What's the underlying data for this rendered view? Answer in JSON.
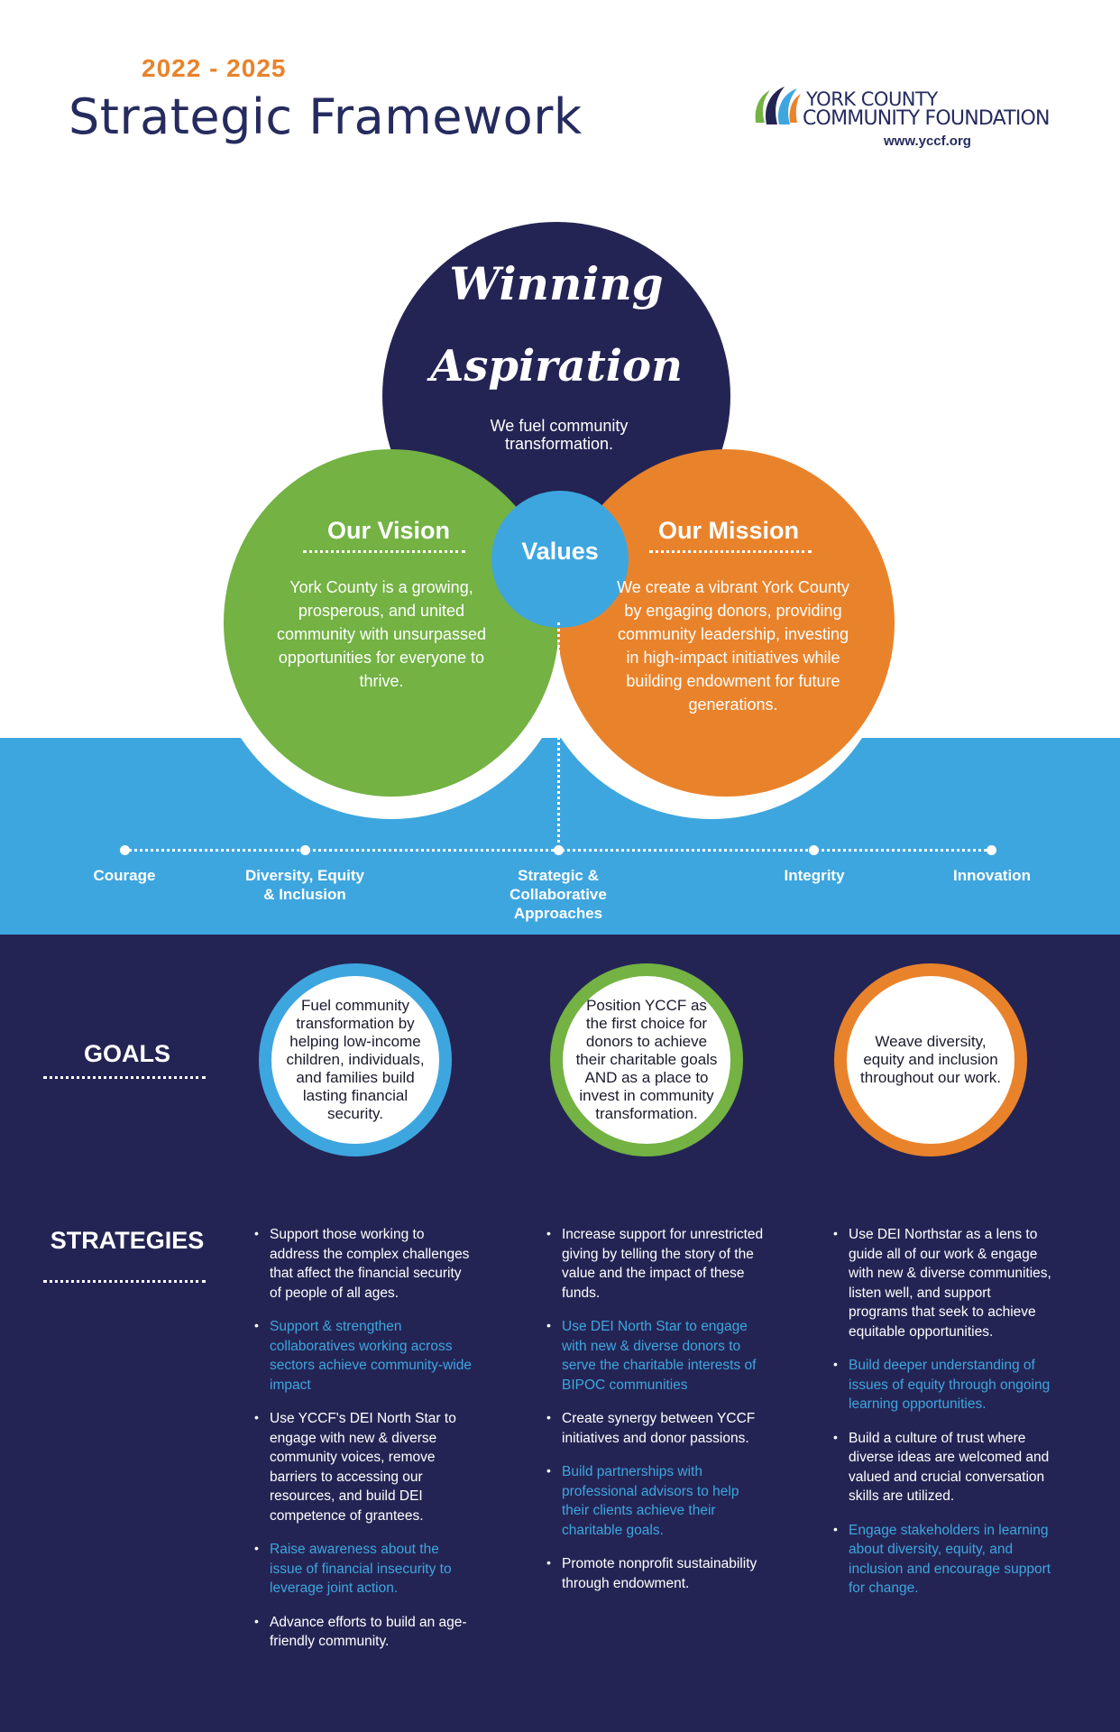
{
  "header": {
    "years": "2022 - 2025",
    "title": "Strategic Framework",
    "logo_line1": "YORK COUNTY",
    "logo_line2": "COMMUNITY FOUNDATION",
    "logo_url": "www.yccf.org"
  },
  "colors": {
    "navy": "#242454",
    "green": "#73b243",
    "orange": "#e9832b",
    "blue": "#3ea6df"
  },
  "aspiration": {
    "title_line1": "Winning",
    "title_line2": "Aspiration",
    "text": "We fuel community transformation."
  },
  "vision": {
    "title": "Our Vision",
    "text": "York County is a growing, prosperous, and united community with unsurpassed opportunities for everyone to thrive."
  },
  "values": {
    "label": "Values",
    "items": [
      "Courage",
      "Diversity, Equity & Inclusion",
      "Strategic & Collaborative Approaches",
      "Integrity",
      "Innovation"
    ]
  },
  "mission": {
    "title": "Our Mission",
    "text": "We create a vibrant York County by engaging donors, providing community leadership, investing in high-impact initiatives while building endowment for future generations."
  },
  "goals": {
    "label": "GOALS",
    "items": [
      "Fuel community transformation by helping low-income children, individuals, and families build lasting financial security.",
      "Position YCCF as the first choice for donors to achieve their charitable goals AND as a place to invest in community transformation.",
      "Weave diversity, equity and inclusion throughout our work."
    ]
  },
  "strategies": {
    "label": "STRATEGIES",
    "columns": [
      [
        "Support those working to address the complex challenges that affect the financial security of people of all ages.",
        "Support & strengthen collaboratives working across sectors achieve community-wide impact",
        "Use YCCF's DEI North Star to engage with new & diverse community voices, remove barriers to accessing our resources, and build DEI competence of grantees.",
        "Raise awareness about the issue of financial insecurity to leverage joint action.",
        "Advance efforts to build an age-friendly community."
      ],
      [
        "Increase support for unrestricted giving by telling the story of the value and the impact of these funds.",
        "Use DEI North Star to engage with new & diverse donors to serve the charitable interests of BIPOC communities",
        "Create synergy between YCCF initiatives and donor passions.",
        "Build partnerships with professional advisors to help their clients achieve their charitable goals.",
        "Promote nonprofit sustainability through endowment."
      ],
      [
        "Use DEI Northstar as a lens to guide all of our work & engage with new & diverse communities, listen well, and support programs that seek to achieve equitable opportunities.",
        "Build deeper understanding of issues of equity through ongoing learning opportunities.",
        "Build a culture of trust where diverse ideas are welcomed and valued and crucial conversation skills are utilized.",
        "Engage stakeholders in learning about diversity, equity, and inclusion and encourage support for change."
      ]
    ]
  }
}
